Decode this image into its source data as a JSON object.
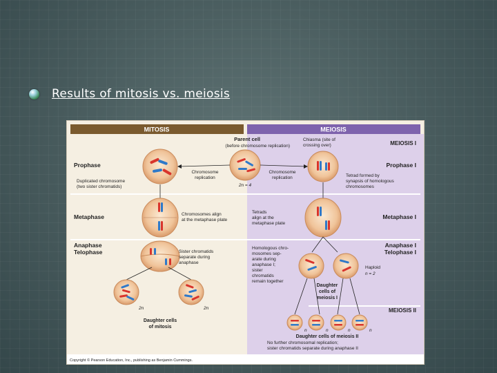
{
  "slide": {
    "title": "Results of mitosis vs. meiosis"
  },
  "figure": {
    "mitosis_header": "MITOSIS",
    "meiosis_header": "MEIOSIS",
    "parent_cell": "Parent cell",
    "parent_cell_sub": "(before chromosome replication)",
    "chiasma": "Chiasma (site of",
    "chiasma2": "crossing over)",
    "meiosis_i": "MEIOSIS I",
    "prophase": "Prophase",
    "prophase_i": "Prophase I",
    "chromosome_replication_left_1": "Chromosome",
    "chromosome_replication_left_2": "replication",
    "chromosome_replication_right_1": "Chromosome",
    "chromosome_replication_right_2": "replication",
    "two_n": "2n = 4",
    "duplicated_1": "Duplicated chromosome",
    "duplicated_2": "(two sister chromatids)",
    "tetrad_1": "Tetrad formed by",
    "tetrad_2": "synapsis of homologous",
    "tetrad_3": "chromosomes",
    "metaphase": "Metaphase",
    "metaphase_i": "Metaphase I",
    "align_1": "Chromosomes align",
    "align_2": "at the metaphase plate",
    "tetrads_1": "Tetrads",
    "tetrads_2": "align at the",
    "tetrads_3": "metaphase plate",
    "anaphase": "Anaphase",
    "telophase": "Telophase",
    "anaphase_i": "Anaphase I",
    "telophase_i": "Telophase I",
    "sister_1": "Sister chromatids",
    "sister_2": "separate during",
    "sister_3": "anaphase",
    "homolog_1": "Homologous chro-",
    "homolog_2": "mosomes sep-",
    "homolog_3": "arate during",
    "homolog_4": "anaphase I;",
    "homolog_5": "sister",
    "homolog_6": "chromatids",
    "homolog_7": "remain together",
    "haploid": "Haploid",
    "n2": "n = 2",
    "daughter_cells_i_1": "Daughter",
    "daughter_cells_i_2": "cells of",
    "daughter_cells_i_3": "meiosis I",
    "meiosis_ii": "MEIOSIS II",
    "two_n_left": "2n",
    "two_n_right": "2n",
    "daughter_mitosis_1": "Daughter cells",
    "daughter_mitosis_2": "of mitosis",
    "n_a": "n",
    "n_b": "n",
    "n_c": "n",
    "n_d": "n",
    "daughter_meiosis_ii": "Daughter cells of meiosis II",
    "no_further_1": "No further chromosomal replication;",
    "no_further_2": "sister chromatids separate during anaphase II",
    "copyright": "Copyright © Pearson Education, Inc., publishing as Benjamin Cummings."
  },
  "colors": {
    "mitosis_header": "#7a5a2e",
    "meiosis_header": "#7e63ad",
    "meiosis_panel": "#ddd0ea",
    "cell_fill": "#f2c9a0",
    "chrom_red": "#d8342c",
    "chrom_blue": "#2f79c9"
  }
}
